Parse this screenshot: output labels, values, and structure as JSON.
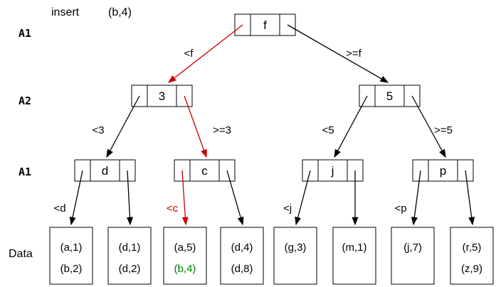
{
  "header": {
    "insert_label": "insert",
    "insert_value": "(b,4)"
  },
  "row_labels": {
    "level1": "A1",
    "level2": "A2",
    "level3": "A1",
    "data": "Data"
  },
  "nodes": {
    "root": "f",
    "level2_left": "3",
    "level2_right": "5",
    "level3_1": "d",
    "level3_2": "c",
    "level3_3": "j",
    "level3_4": "p"
  },
  "edge_labels": {
    "root_left": "<f",
    "root_right": ">=f",
    "level2_left_left": "<3",
    "level2_left_right": ">=3",
    "level2_right_left": "<5",
    "level2_right_right": ">=5",
    "level3_1_left": "<d",
    "level3_2_left": "<c",
    "level3_3_left": "<j",
    "level3_4_left": "<p"
  },
  "data_boxes": [
    {
      "line1": "(a,1)",
      "line2": "(b,2)"
    },
    {
      "line1": "(d,1)",
      "line2": "(d,2)"
    },
    {
      "line1": "(a,5)",
      "line2": "(b,4)",
      "line2_color": "#008000"
    },
    {
      "line1": "(d,4)",
      "line2": "(d,8)"
    },
    {
      "line1": "(g,3)",
      "line2": ""
    },
    {
      "line1": "(m,1)",
      "line2": ""
    },
    {
      "line1": "(j,7)",
      "line2": ""
    },
    {
      "line1": "(r,5)",
      "line2": "(z,9)"
    }
  ],
  "colors": {
    "insert_path_red": "#cc0000",
    "inserted_value_green": "#008000",
    "default_black": "#000000"
  }
}
